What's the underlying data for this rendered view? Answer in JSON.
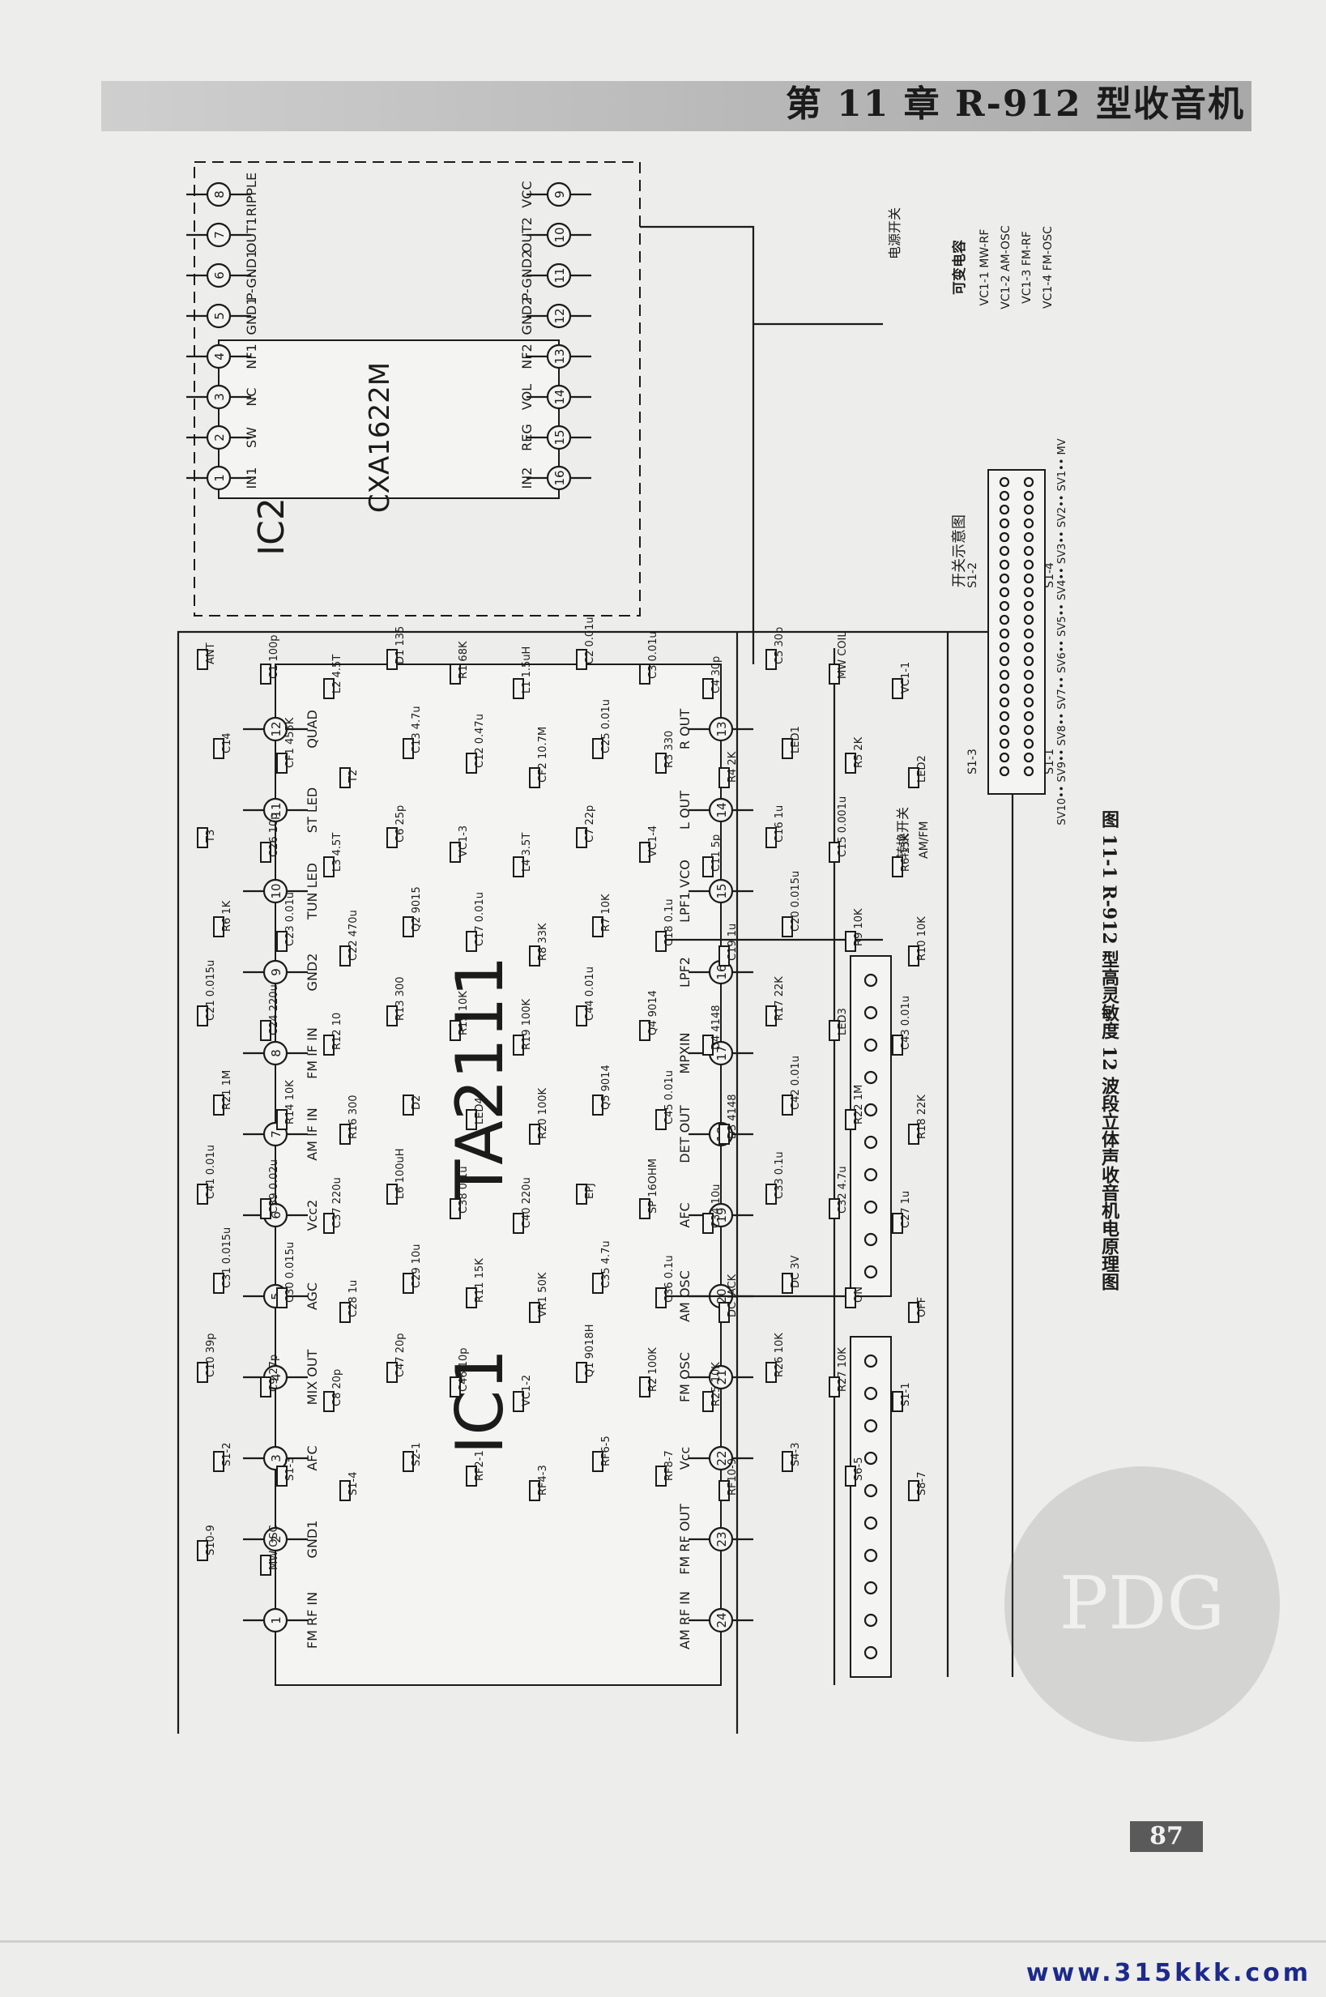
{
  "header": {
    "chapter_title": "第 11 章  R-912 型收音机"
  },
  "figure": {
    "caption": "图 11-1   R-912 型高灵敏度 12 波段立体声收音机电原理图",
    "ic1": {
      "name": "IC1",
      "part": "TA2111",
      "pins_top": [
        {
          "n": "1",
          "label": "FM RF IN"
        },
        {
          "n": "2",
          "label": "GND1"
        },
        {
          "n": "3",
          "label": "AFC"
        },
        {
          "n": "4",
          "label": "MIX OUT"
        },
        {
          "n": "5",
          "label": "AGC"
        },
        {
          "n": "6",
          "label": "Vcc2"
        },
        {
          "n": "7",
          "label": "AM IF IN"
        },
        {
          "n": "8",
          "label": "FM IF IN"
        },
        {
          "n": "9",
          "label": "GND2"
        },
        {
          "n": "10",
          "label": "TUN LED"
        },
        {
          "n": "11",
          "label": "ST LED"
        },
        {
          "n": "12",
          "label": "QUAD"
        }
      ],
      "pins_bottom": [
        {
          "n": "24",
          "label": "AM RF IN"
        },
        {
          "n": "23",
          "label": "FM RF OUT"
        },
        {
          "n": "22",
          "label": "Vcc"
        },
        {
          "n": "21",
          "label": "FM OSC"
        },
        {
          "n": "20",
          "label": "AM OSC"
        },
        {
          "n": "19",
          "label": "AFC"
        },
        {
          "n": "18",
          "label": "DET OUT"
        },
        {
          "n": "17",
          "label": "MPXIN"
        },
        {
          "n": "16",
          "label": "LPF2"
        },
        {
          "n": "15",
          "label": "LPF1 VCO"
        },
        {
          "n": "14",
          "label": "L OUT"
        },
        {
          "n": "13",
          "label": "R OUT"
        }
      ]
    },
    "ic2": {
      "name": "IC2",
      "part": "CXA1622M",
      "pins_top": [
        {
          "n": "1",
          "label": "IN1"
        },
        {
          "n": "2",
          "label": "SW"
        },
        {
          "n": "3",
          "label": "NC"
        },
        {
          "n": "4",
          "label": "NF1"
        },
        {
          "n": "5",
          "label": "GND1"
        },
        {
          "n": "6",
          "label": "P-GND1"
        },
        {
          "n": "7",
          "label": "OUT1"
        },
        {
          "n": "8",
          "label": "RIPPLE"
        }
      ],
      "pins_bottom": [
        {
          "n": "16",
          "label": "IN2"
        },
        {
          "n": "15",
          "label": "REG"
        },
        {
          "n": "14",
          "label": "VOL"
        },
        {
          "n": "13",
          "label": "NF2"
        },
        {
          "n": "12",
          "label": "GND2"
        },
        {
          "n": "11",
          "label": "P-GND2"
        },
        {
          "n": "10",
          "label": "OUT2"
        },
        {
          "n": "9",
          "label": "VCC"
        }
      ]
    },
    "components": [
      "ANT",
      "C1 100p",
      "L2 4.5T",
      "D1 135",
      "R1 68K",
      "L1 1.5uH",
      "C2 0.01u",
      "C3 0.01u",
      "C4 30p",
      "C5 30p",
      "MW COIL",
      "VC1-1",
      "C14",
      "CF1 455K",
      "T2",
      "C13 4.7u",
      "C12 0.47u",
      "CF2 10.7M",
      "C25 0.01u",
      "R3 330",
      "R4 2K",
      "LED1",
      "R5 2K",
      "LED2",
      "T3",
      "C26 10p",
      "L3 4.5T",
      "C6 25p",
      "VC1-3",
      "L4 3.5T",
      "C7 22p",
      "VC1-4",
      "C11 5p",
      "C16 1u",
      "C15 0.001u",
      "R6 15K",
      "R6 1K",
      "C23 0.01u",
      "C22 470u",
      "Q2 9015",
      "C17 0.01u",
      "R8 33K",
      "R7 10K",
      "C18 0.1u",
      "C19 1u",
      "C20 0.015u",
      "R9 10K",
      "R10 10K",
      "C21 0.015u",
      "C24 220u",
      "R12 10",
      "R13 300",
      "R15 10K",
      "R19 100K",
      "C44 0.01u",
      "Q4 9014",
      "D4 4148",
      "R17 22K",
      "LED3",
      "C43 0.01u",
      "R21 1M",
      "R14 10K",
      "R16 300",
      "D2",
      "LED4",
      "R20 100K",
      "Q5 9014",
      "C45 0.01u",
      "D3 4148",
      "C42 0.01u",
      "R22 1M",
      "R18 22K",
      "C41 0.01u",
      "C39 0.02u",
      "C37 220u",
      "L6 100uH",
      "C38 0.1u",
      "C40 220u",
      "EPJ",
      "SP 16OHM",
      "C34 10u",
      "C33 0.1u",
      "C32 4.7u",
      "C27 1u",
      "C31 0.015u",
      "C30 0.015u",
      "C28 1u",
      "C29 10u",
      "R11 15K",
      "VR1 50K",
      "C35 4.7u",
      "C36 0.1u",
      "DC JACK",
      "DC 3V",
      "ON",
      "OFF",
      "C10 39p",
      "C9 27p",
      "C8 20p",
      "C47 20p",
      "C46 10p",
      "VC1-2",
      "Q1 9018H",
      "R2 100K",
      "R25 10K",
      "R26 10K",
      "R27 10K",
      "S1-1",
      "S1-2",
      "S1-3",
      "S1-4",
      "S2-1",
      "RF2-1",
      "RF4-3",
      "RF6-5",
      "RF8-7",
      "RF10-9",
      "S4-3",
      "S6-5",
      "S8-7",
      "S10-9",
      "MW OSC"
    ],
    "labels": {
      "power_switch": "电源开关",
      "mode_switch": "转换开关",
      "mode_switch_sub": "AM/FM",
      "switch_diagram": "开关示意图",
      "variable_caps_title": "可变电容",
      "variable_caps": [
        "VC1-1  MW-RF",
        "VC1-2  AM-OSC",
        "VC1-3  FM-RF",
        "VC1-4  FM-OSC"
      ],
      "switch_sections": [
        "S1-1",
        "S1-2",
        "S1-3",
        "S1-4"
      ],
      "band_positions": "SV10•• SV9•• SV8•• SV7•• SV6•• SV5•• SV4•• SV3•• SV2•• SV1•• MV"
    }
  },
  "footer": {
    "page_number": "87",
    "website": "www.315kkk.com"
  }
}
